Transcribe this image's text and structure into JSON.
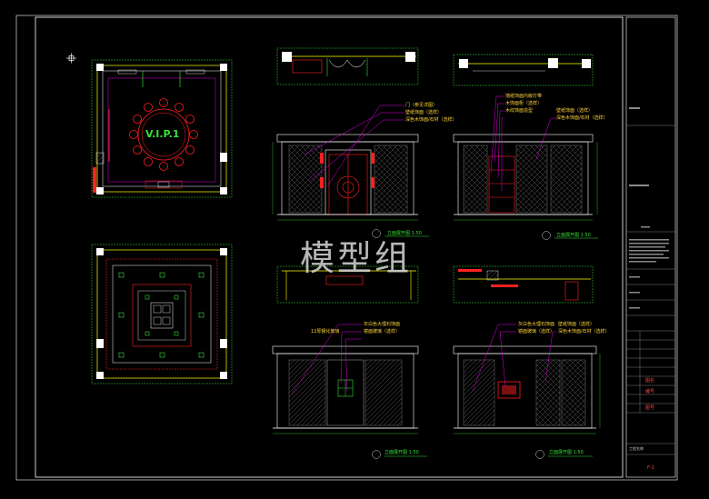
{
  "watermark": "模型组",
  "plan_labels": {
    "room_name": "V.I.P.1"
  },
  "elevation_titles": [
    {
      "text": "立面展开图 1:50"
    },
    {
      "text": "立面展开图 1:50"
    },
    {
      "text": "立面展开图 1:50"
    },
    {
      "text": "立面展开图 1:50"
    }
  ],
  "notes_a": [
    "门（参见详图）",
    "壁纸饰面（选样）",
    "深色木饰面/石材（选样）"
  ],
  "notes_b": [
    "墙纸饰面内嵌灯带",
    "木饰面柜（选样）",
    "木纹饰面造型",
    "壁纸饰面（选样）",
    "深色木饰面/石材（选样）"
  ],
  "notes_c": [
    "12厚钢化玻璃",
    "灰白色大理石饰面",
    "镜面玻璃（选样）"
  ],
  "notes_d": [
    "灰白色大理石饰面",
    "镜面玻璃（选样）",
    "壁纸饰面（选样）",
    "深色木饰面/石材（选样）"
  ],
  "title_block": {
    "red_1": "图名",
    "red_2": "编号",
    "red_3": "图号",
    "bottom": "工程名称",
    "page": "F-1"
  },
  "colors": {
    "frame": "#ffffff",
    "outline": "#ffffff",
    "wall": "#ffff00",
    "hatch": "#bfbfbf",
    "dim": "#35e035",
    "leader": "#e000e0",
    "accent_red": "#ff2020",
    "note_text": "#ffd23a",
    "watermark": "#d8d8d8"
  }
}
